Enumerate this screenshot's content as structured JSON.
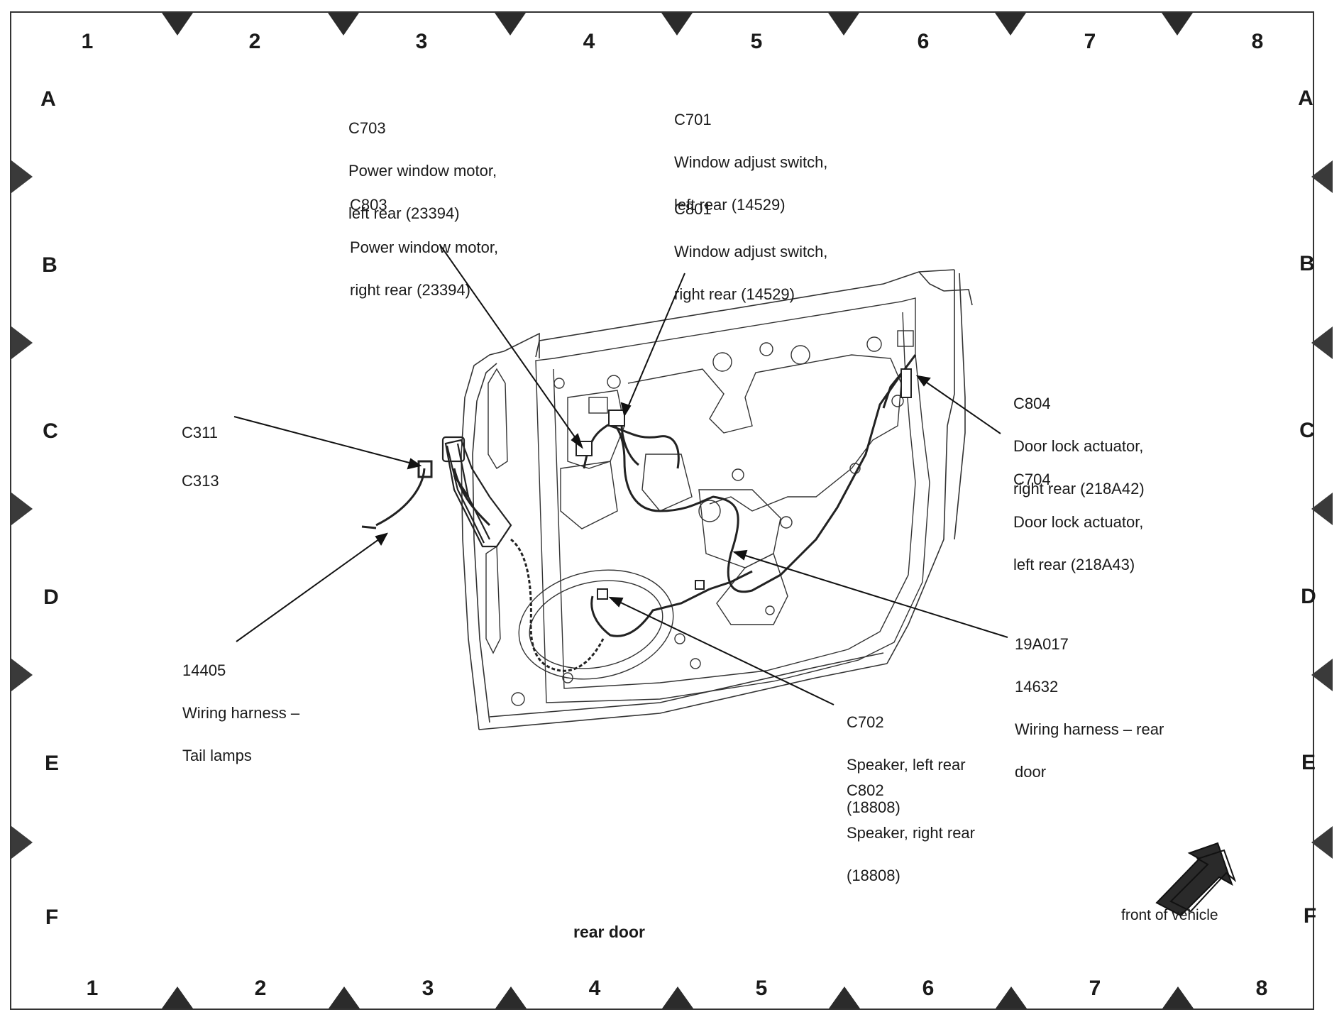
{
  "grid": {
    "columns": [
      "1",
      "2",
      "3",
      "4",
      "5",
      "6",
      "7",
      "8"
    ],
    "rows": [
      "A",
      "B",
      "C",
      "D",
      "E",
      "F"
    ]
  },
  "callouts": {
    "c703": [
      "C703",
      "Power window motor,",
      "left rear (23394)"
    ],
    "c803": [
      "C803",
      "Power window motor,",
      "right rear (23394)"
    ],
    "c701": [
      "C701",
      "Window adjust switch,",
      "left rear (14529)"
    ],
    "c801": [
      "C801",
      "Window adjust switch,",
      "right rear (14529)"
    ],
    "c311": [
      "C311",
      "C313"
    ],
    "c804": [
      "C804",
      "Door lock actuator,",
      "right rear (218A42)"
    ],
    "c704": [
      "C704",
      "Door lock actuator,",
      "left rear (218A43)"
    ],
    "h19a017": [
      "19A017",
      "14632",
      "Wiring harness – rear",
      "door"
    ],
    "h14405": [
      "14405",
      "Wiring harness –",
      "Tail lamps"
    ],
    "c702": [
      "C702",
      "Speaker, left rear",
      "(18808)"
    ],
    "c802": [
      "C802",
      "Speaker, right rear",
      "(18808)"
    ]
  },
  "caption": "rear door",
  "front_label": "front of vehicle",
  "colors": {
    "ink": "#1a1a1a",
    "marker": "#2b2b2b",
    "arrow_fill": "#555555"
  }
}
